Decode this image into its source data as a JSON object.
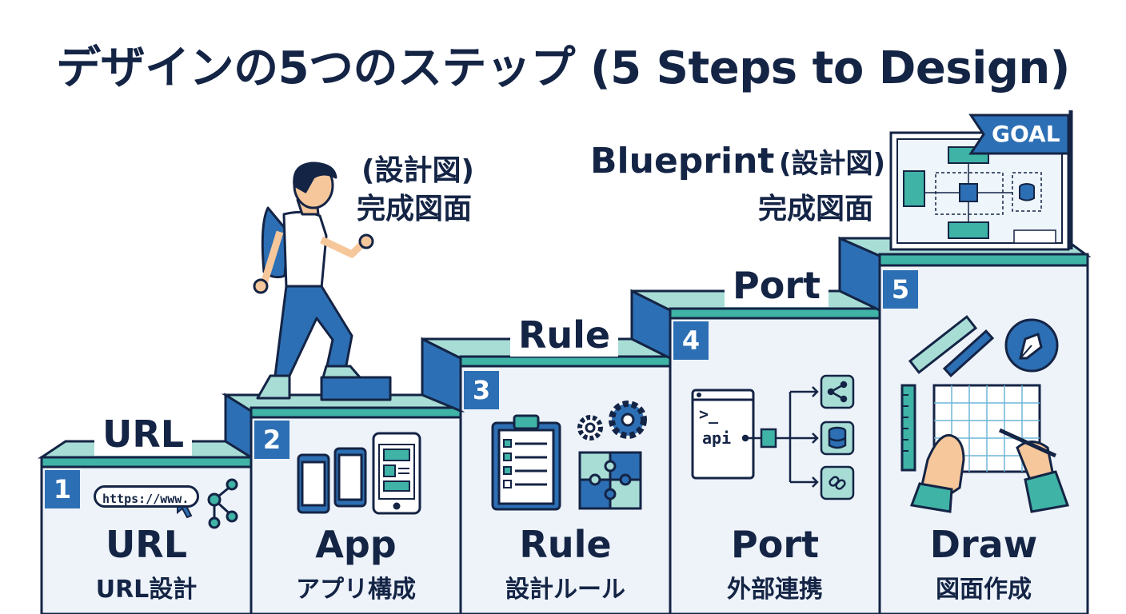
{
  "title": "デザインの5つのステップ (5 Steps to Design)",
  "steps": [
    {
      "number": "1",
      "top_label": "URL",
      "name": "URL",
      "subtitle": "URL設計"
    },
    {
      "number": "2",
      "top_label": "",
      "name": "App",
      "subtitle": "アプリ構成"
    },
    {
      "number": "3",
      "top_label": "Rule",
      "name": "Rule",
      "subtitle": "設計ルール"
    },
    {
      "number": "4",
      "top_label": "Port",
      "name": "Port",
      "subtitle": "外部連携"
    },
    {
      "number": "5",
      "top_label": "",
      "name": "Draw",
      "subtitle": "図面作成"
    }
  ],
  "person_caption": {
    "line1": "(設計図)",
    "line2": "完成図面"
  },
  "blueprint_caption": {
    "word": "Blueprint",
    "paren": "(設計図)",
    "line2": "完成図面"
  },
  "goal_flag": "GOAL",
  "url_bar_text": "https://www.",
  "terminal_prompt": ">_",
  "api_label": "api",
  "colors": {
    "navy": "#142445",
    "blue": "#2d6fb4",
    "teal": "#3fb3a6",
    "light_teal": "#a8ddd6",
    "panel": "#eef3fa"
  }
}
